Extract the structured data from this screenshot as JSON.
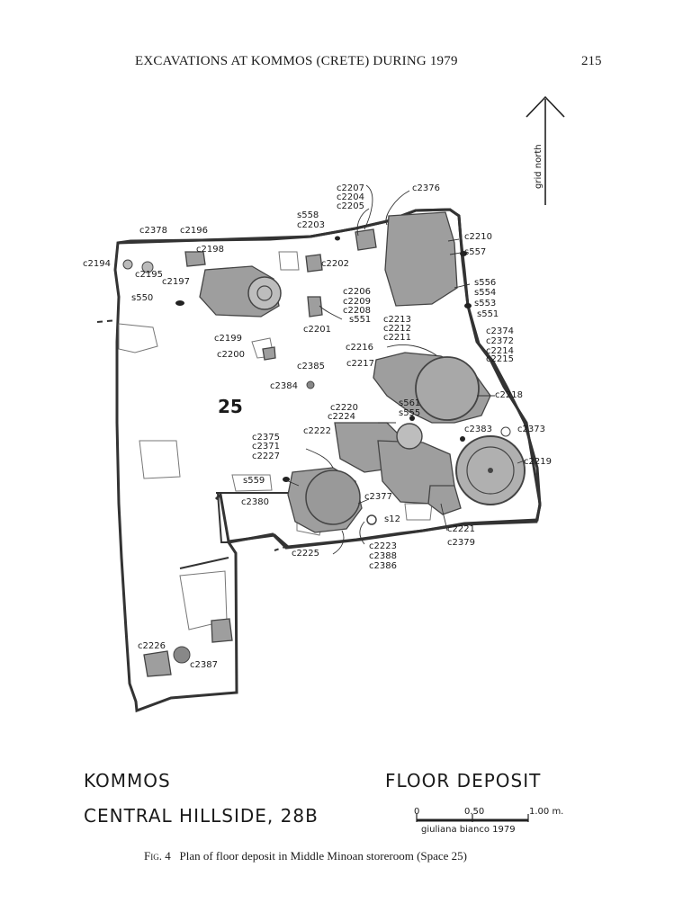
{
  "header": {
    "running_title": "EXCAVATIONS AT KOMMOS (CRETE) DURING 1979",
    "page_number": "215"
  },
  "north_arrow": {
    "label": "grid north"
  },
  "space_number": "25",
  "labels": [
    "c2207",
    "c2204",
    "c2205",
    "c2376",
    "s558",
    "c2203",
    "c2378",
    "c2196",
    "c2210",
    "s557",
    "c2194",
    "c2198",
    "c2195",
    "c2197",
    "s550",
    "c2202",
    "c2206",
    "c2209",
    "c2208",
    "s551",
    "s556",
    "s554",
    "s553",
    "s551",
    "c2201",
    "c2213",
    "c2212",
    "c2211",
    "c2374",
    "c2372",
    "c2214",
    "c2215",
    "c2199",
    "c2200",
    "c2216",
    "c2385",
    "c2217",
    "c2384",
    "c2218",
    "s561",
    "s555",
    "c2220",
    "c2224",
    "c2222",
    "c2383",
    "c2373",
    "c2375",
    "c2371",
    "c2227",
    "c2219",
    "s559",
    "c2380",
    "c2377",
    "s12",
    "c2221",
    "c2379",
    "c2225",
    "c2223",
    "c2388",
    "c2386",
    "c2226",
    "c2387"
  ],
  "plan_block": {
    "site": "KOMMOS",
    "area": "CENTRAL HILLSIDE, 28B",
    "title": "FLOOR DEPOSIT",
    "scale": {
      "ticks": [
        "0",
        "0.50",
        "1.00 m."
      ],
      "credit": "giuliana bianco 1979"
    }
  },
  "caption": {
    "fig": "Fig. 4",
    "text": "Plan of floor deposit in Middle Minoan storeroom (Space 25)"
  }
}
